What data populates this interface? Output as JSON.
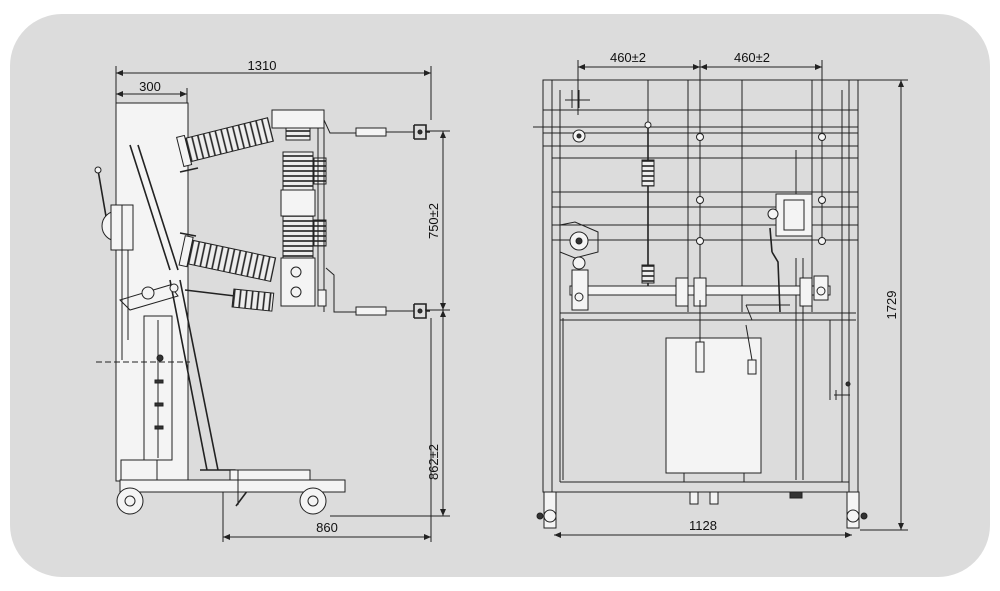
{
  "side_view": {
    "dim_total_depth": "1310",
    "dim_top_offset": "300",
    "dim_terminal_spacing": "750±2",
    "dim_terminal_height": "862±2",
    "dim_base_length": "860"
  },
  "front_view": {
    "dim_pitch_left": "460±2",
    "dim_pitch_right": "460±2",
    "dim_height": "1729",
    "dim_width": "1128"
  },
  "colors": {
    "panel": "#dcdcdc",
    "line": "#222222"
  }
}
